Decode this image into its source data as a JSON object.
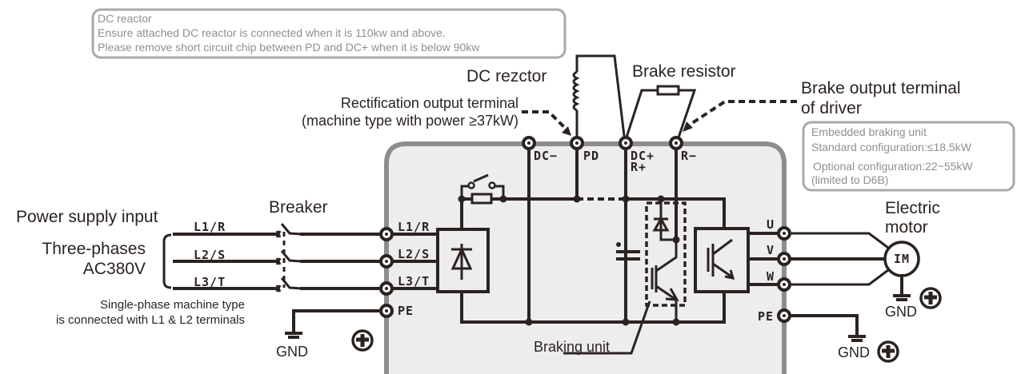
{
  "notes": {
    "dc_reactor": {
      "title": "DC reactor",
      "line1": "Ensure attached DC reactor is connected when it is 110kw and above.",
      "line2": "Please remove short circuit chip between PD and DC+ when it is below 90kw"
    },
    "braking_unit": {
      "line1": "Embedded braking unit",
      "line2": "Standard configuration:≤18.5kW",
      "line3": "Optional configuration:22~55kW",
      "line4": "(limited to D6B)"
    }
  },
  "labels": {
    "dc_reactor": "DC rezctor",
    "brake_resistor": "Brake resistor",
    "brake_output_line1": "Brake output terminal",
    "brake_output_line2": "of driver",
    "rectification_line1": "Rectification output terminal",
    "rectification_line2": "(machine type with power ≥37kW)",
    "power_supply_input": "Power supply input",
    "three_phases": "Three-phases",
    "voltage": "AC380V",
    "breaker": "Breaker",
    "single_phase_line1": "Single-phase machine type",
    "single_phase_line2": "is connected with L1 & L2 terminals",
    "braking_unit": "Braking unit",
    "electric_motor_line1": "Electric",
    "electric_motor_line2": "motor",
    "motor_symbol": "IM",
    "gnd": "GND"
  },
  "terminals": {
    "top": [
      "DC−",
      "PD",
      "DC+",
      "R+",
      "R−"
    ],
    "input": [
      "L1/R",
      "L2/S",
      "L3/T",
      "PE"
    ],
    "output": [
      "U",
      "V",
      "W",
      "PE"
    ],
    "supply_lines": [
      "L1/R",
      "L2/S",
      "L3/T"
    ]
  },
  "icons": {
    "ground": "ground-icon",
    "earth": "protective-earth-icon",
    "terminal": "screw-terminal-icon",
    "inductor": "inductor-icon",
    "resistor": "resistor-icon",
    "capacitor": "capacitor-icon",
    "diode": "diode-icon",
    "igbt": "igbt-icon",
    "breaker": "breaker-switch-icon",
    "motor": "induction-motor-icon"
  }
}
